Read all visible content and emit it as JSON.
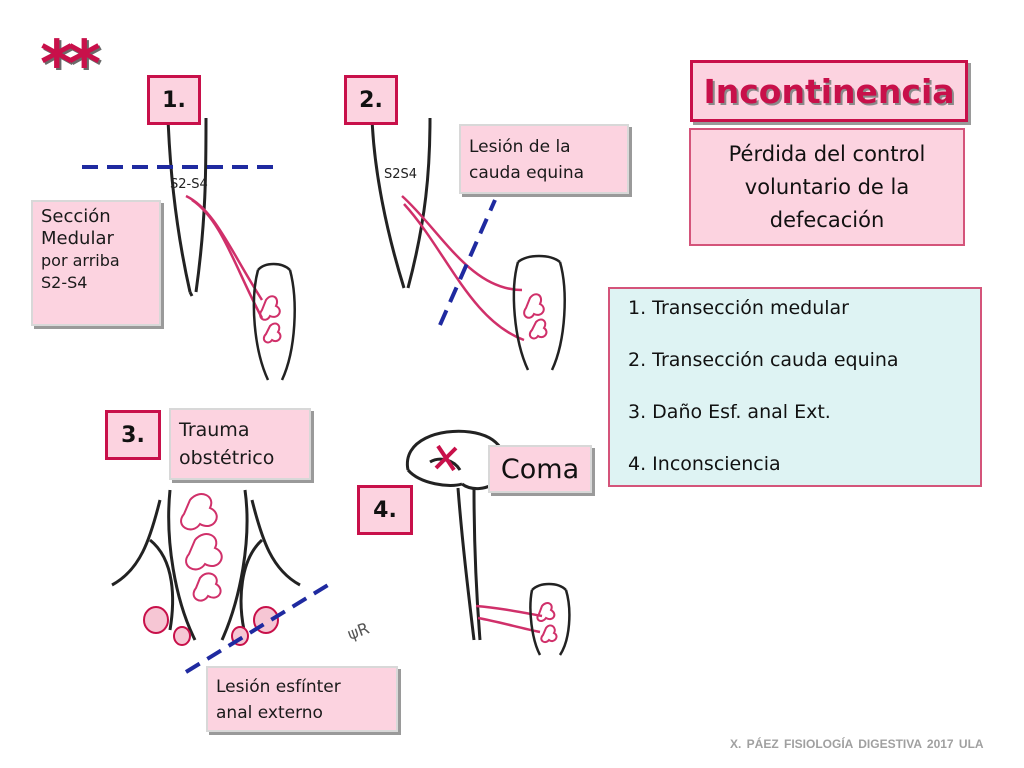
{
  "slide": {
    "stars": "**",
    "title": "Incontinencia",
    "definition_lines": [
      "Pérdida del control",
      "voluntario de la",
      "defecación"
    ],
    "list": [
      "1. Transección medular",
      "2. Transección cauda equina",
      "3. Daño Esf. anal Ext.",
      "4. Inconsciencia"
    ],
    "footer": "X. PÁEZ   FISIOLOGÍA DIGESTIVA 2017  ULA"
  },
  "panels": {
    "p1": {
      "number": "1.",
      "label_lines": [
        "Sección",
        "Medular",
        "por arriba",
        "S2-S4"
      ],
      "cord_label": "S2-S4"
    },
    "p2": {
      "number": "2.",
      "label_lines": [
        "Lesión de la",
        "cauda equina"
      ],
      "cord_label": "S2S4"
    },
    "p3": {
      "number": "3.",
      "label_lines": [
        "Trauma",
        "obstétrico"
      ],
      "bottom_label_lines": [
        "Lesión esfínter",
        "anal externo"
      ]
    },
    "p4": {
      "number": "4.",
      "label": "Coma"
    }
  },
  "colors": {
    "accent": "#c8104a",
    "pink_fill": "#fcd3e0",
    "list_fill": "#def3f3",
    "dash_line": "#1f2aa0",
    "nerve": "#d0306a"
  }
}
